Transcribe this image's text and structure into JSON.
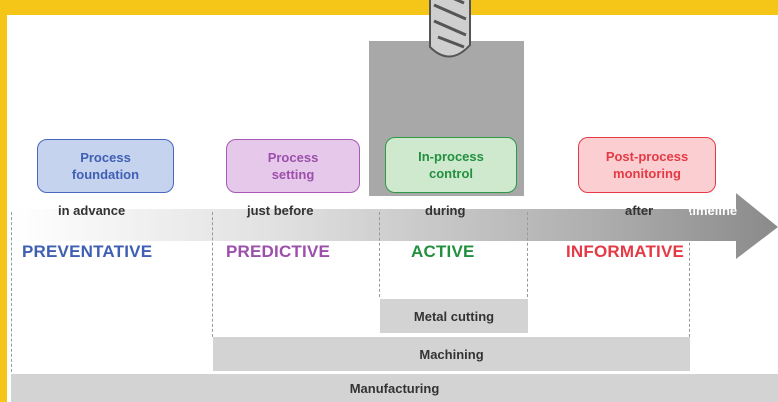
{
  "stages": [
    {
      "label": "Process\nfoundation",
      "color": "blue"
    },
    {
      "label": "Process\nsetting",
      "color": "purple"
    },
    {
      "label": "In-process\ncontrol",
      "color": "green"
    },
    {
      "label": "Post-process\nmonitoring",
      "color": "red"
    }
  ],
  "timeline": {
    "phases": [
      "in advance",
      "just before",
      "during",
      "after"
    ],
    "axis_label": "timeline"
  },
  "categories": [
    {
      "label": "PREVENTATIVE",
      "color": "#3f5fb3"
    },
    {
      "label": "PREDICTIVE",
      "color": "#9c4fab"
    },
    {
      "label": "ACTIVE",
      "color": "#239040"
    },
    {
      "label": "INFORMATIVE",
      "color": "#e53a46"
    }
  ],
  "scopes": {
    "metal_cutting": "Metal cutting",
    "machining": "Machining",
    "manufacturing": "Manufacturing"
  }
}
